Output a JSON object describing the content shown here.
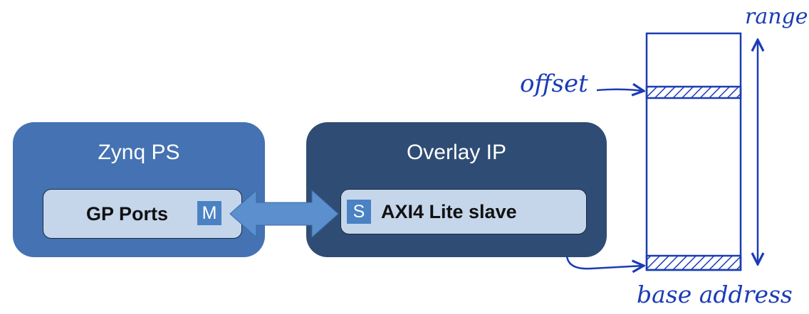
{
  "zynq_ps": {
    "title": "Zynq PS",
    "port_label": "GP Ports",
    "port_tag": "M"
  },
  "overlay_ip": {
    "title": "Overlay IP",
    "port_label": "AXI4 Lite slave",
    "port_tag": "S"
  },
  "memory_map": {
    "range_label": "range",
    "offset_label": "offset",
    "base_label": "base address"
  },
  "colors": {
    "ps_block": "#4472b3",
    "ip_block": "#2f4d74",
    "port_fill": "#c5d6eb",
    "tag_fill": "#4a82c4",
    "bus_arrow": "#5b8fce",
    "ink": "#1a3cb5"
  }
}
